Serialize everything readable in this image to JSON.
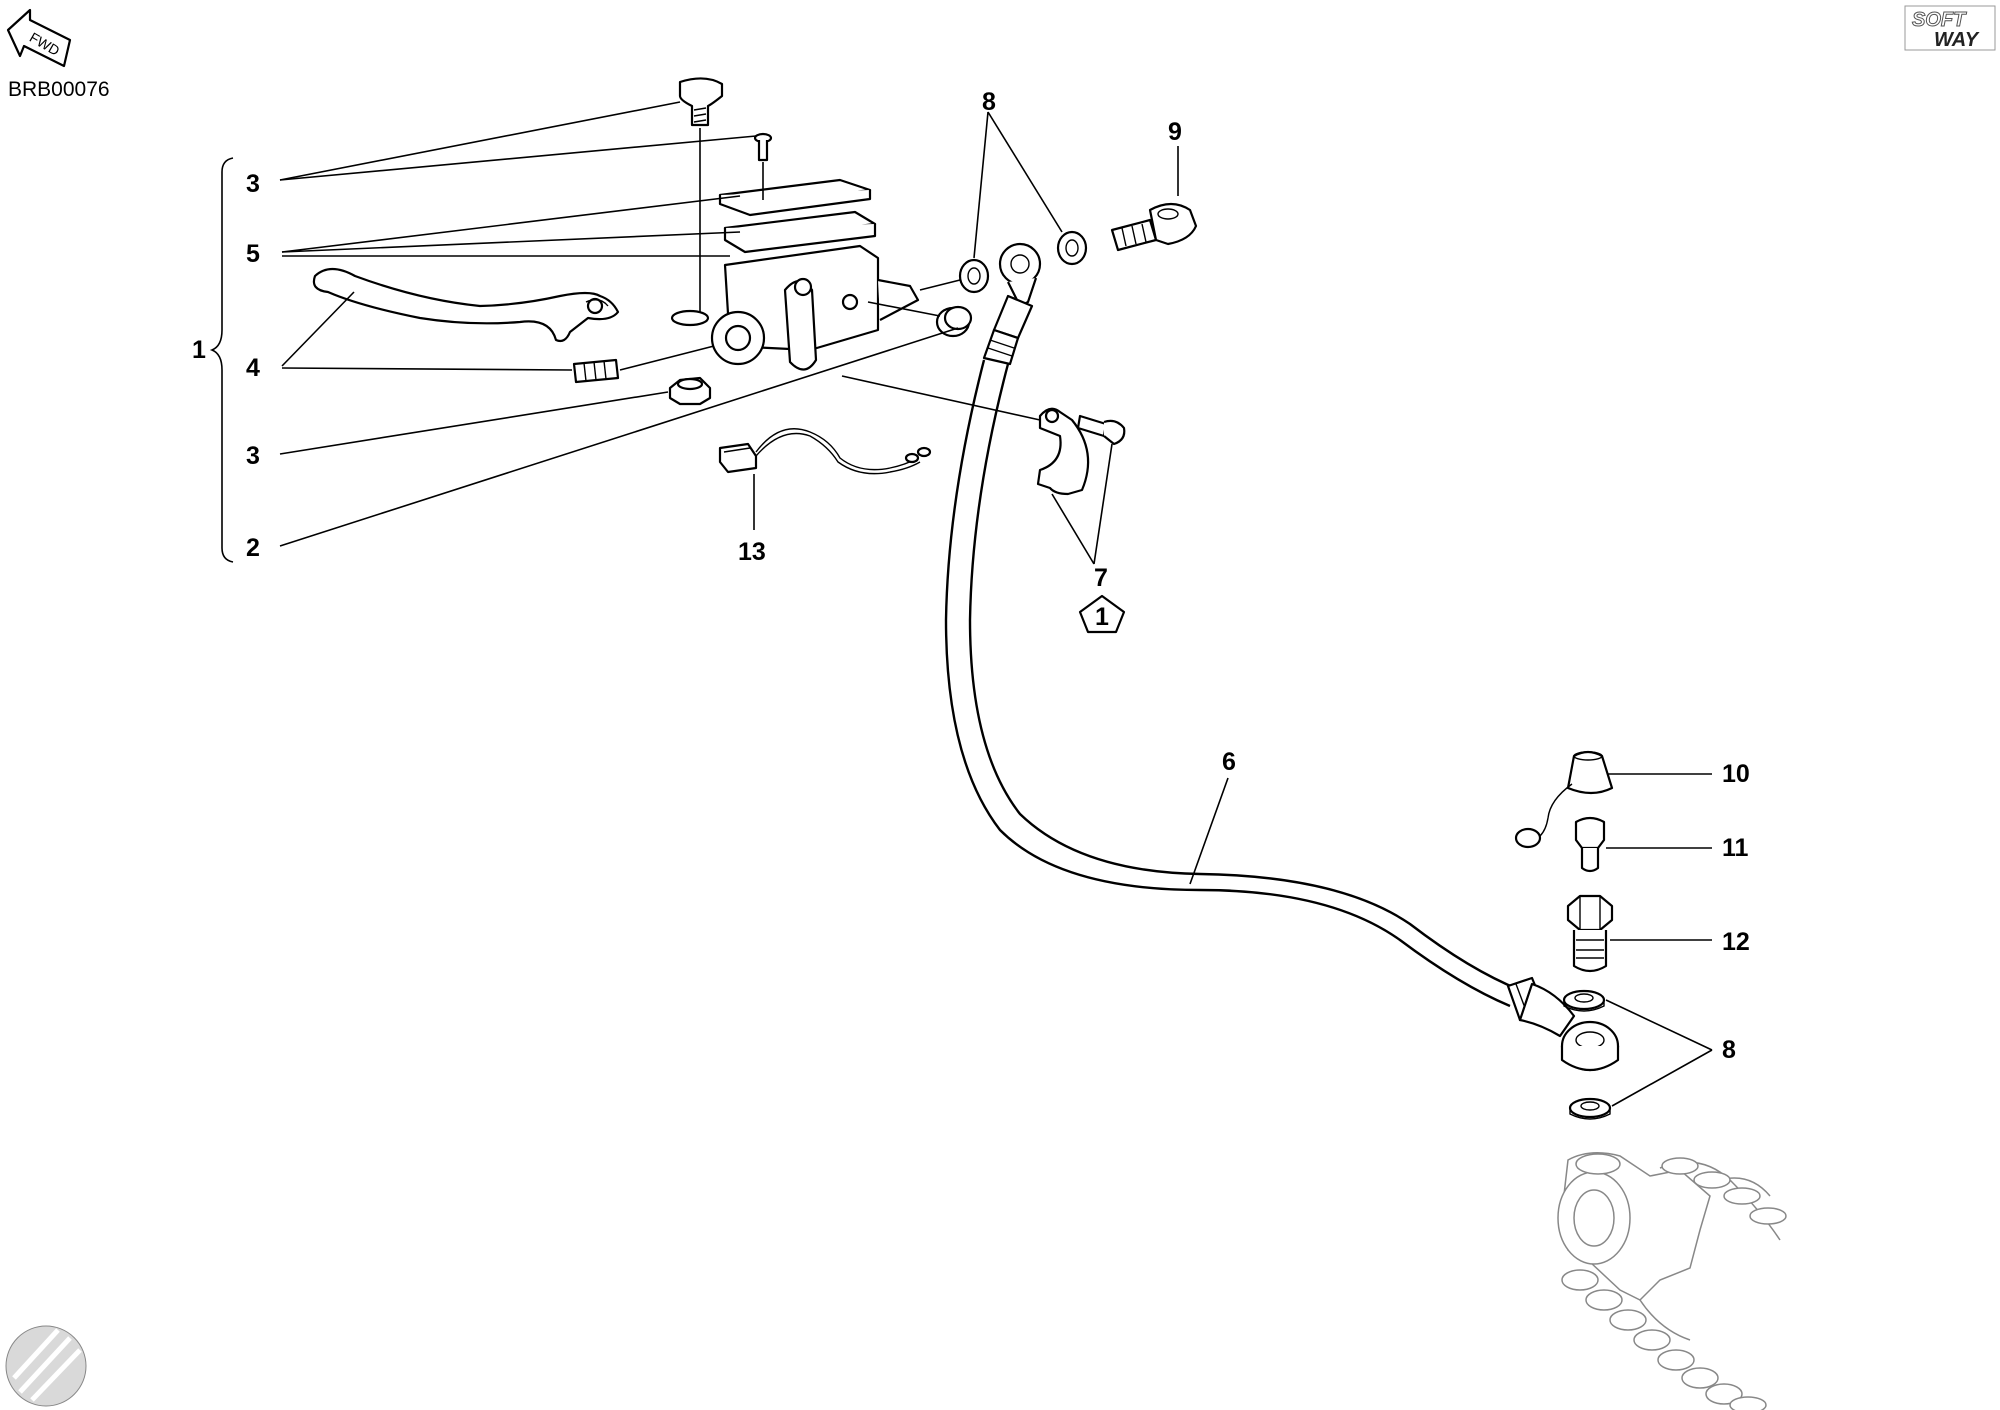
{
  "diagram": {
    "code": "BRB00076",
    "fwd_badge": "FWD",
    "logo_line1": "SOFT",
    "logo_line2": "WAY",
    "labels": {
      "group1": "1",
      "p2": "2",
      "p3_top": "3",
      "p3_bottom": "3",
      "p4": "4",
      "p5": "5",
      "p6": "6",
      "p7": "7",
      "p7_badge": "1",
      "p8_top": "8",
      "p8_bottom": "8",
      "p9": "9",
      "p10": "10",
      "p11": "11",
      "p12": "12",
      "p13": "13"
    }
  }
}
